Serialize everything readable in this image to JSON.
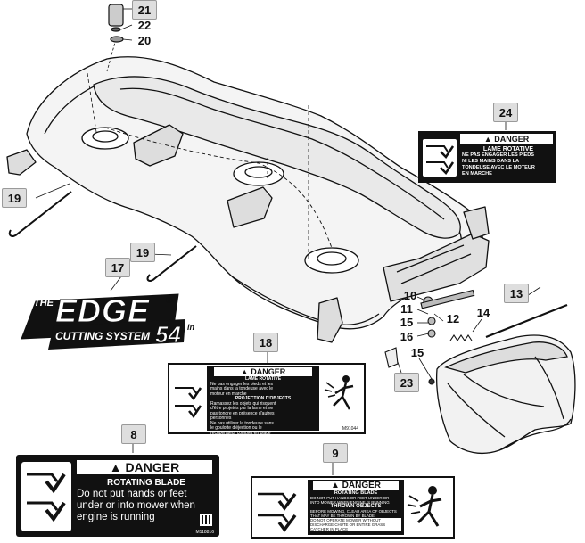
{
  "callouts": {
    "c21": "21",
    "c22": "22",
    "c20": "20",
    "c24": "24",
    "c19a": "19",
    "c19b": "19",
    "c17": "17",
    "c10": "10",
    "c11": "11",
    "c15a": "15",
    "c16": "16",
    "c12": "12",
    "c13": "13",
    "c14": "14",
    "c15b": "15",
    "c23": "23",
    "c18": "18",
    "c8": "8",
    "c9": "9"
  },
  "logo": {
    "the": "THE",
    "edge": "EDGE",
    "registered": "®",
    "subtitle": "CUTTING SYSTEM",
    "size": "54",
    "inch_mark": "in"
  },
  "decal24": {
    "header": "DANGER",
    "line1": "LAME ROTATIVE",
    "line2": "NE PAS ENGAGER LES PIEDS",
    "line3": "NI LES MAINS DANS LA",
    "line4": "TONDEUSE AVEC LE MOTEUR",
    "line5": "EN MARCHE"
  },
  "decal18": {
    "header": "DANGER",
    "sub1": "LAME ROTATIVE",
    "t1": "Ne pas engager les pieds et les",
    "t2": "mains dans la tondeuse avec le",
    "t3": "moteur en marche",
    "sub2": "PROJECTION D'OBJECTS",
    "t4": "Ramassez les objets qui risquent",
    "t5": "d'être projetés par la lame et ne",
    "t6": "pas tondre en présence d'autres",
    "t7": "personnes",
    "t8": "Ne pas utiliser la tondeuse sans",
    "t9": "le goulotte d'éjection ou le",
    "t10": "récupérateur complet en place",
    "code": "M91044"
  },
  "decal8": {
    "header": "DANGER",
    "sub": "ROTATING BLADE",
    "t1": "Do not put hands or feet",
    "t2": "under or into mower when",
    "t3": "engine is running",
    "code": "M118816"
  },
  "decal9": {
    "header": "DANGER",
    "sub1": "ROTATING BLADE",
    "t1": "DO NOT PUT HANDS OR FEET UNDER OR",
    "t2": "INTO MOWER WHEN ENGINE IS RUNNING",
    "sub2": "THROWN OBJECTS",
    "t3": "BEFORE MOWING, CLEAR AREA OF OBJECTS",
    "t4": "THAT MAY BE THROWN BY BLADE",
    "t5": "DO NOT OPERATE MOWER WITHOUT",
    "t6": "DISCHARGE CHUTE OR ENTIRE GRASS",
    "t7": "CATCHER IN PLACE"
  }
}
